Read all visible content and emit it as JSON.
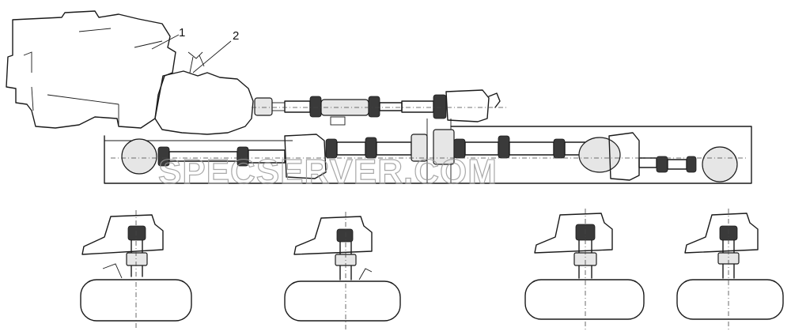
{
  "callouts": [
    {
      "id": "engine",
      "label": "1"
    },
    {
      "id": "gearbox-shift",
      "label": "2"
    }
  ],
  "watermark": "SPECSERVER.COM"
}
